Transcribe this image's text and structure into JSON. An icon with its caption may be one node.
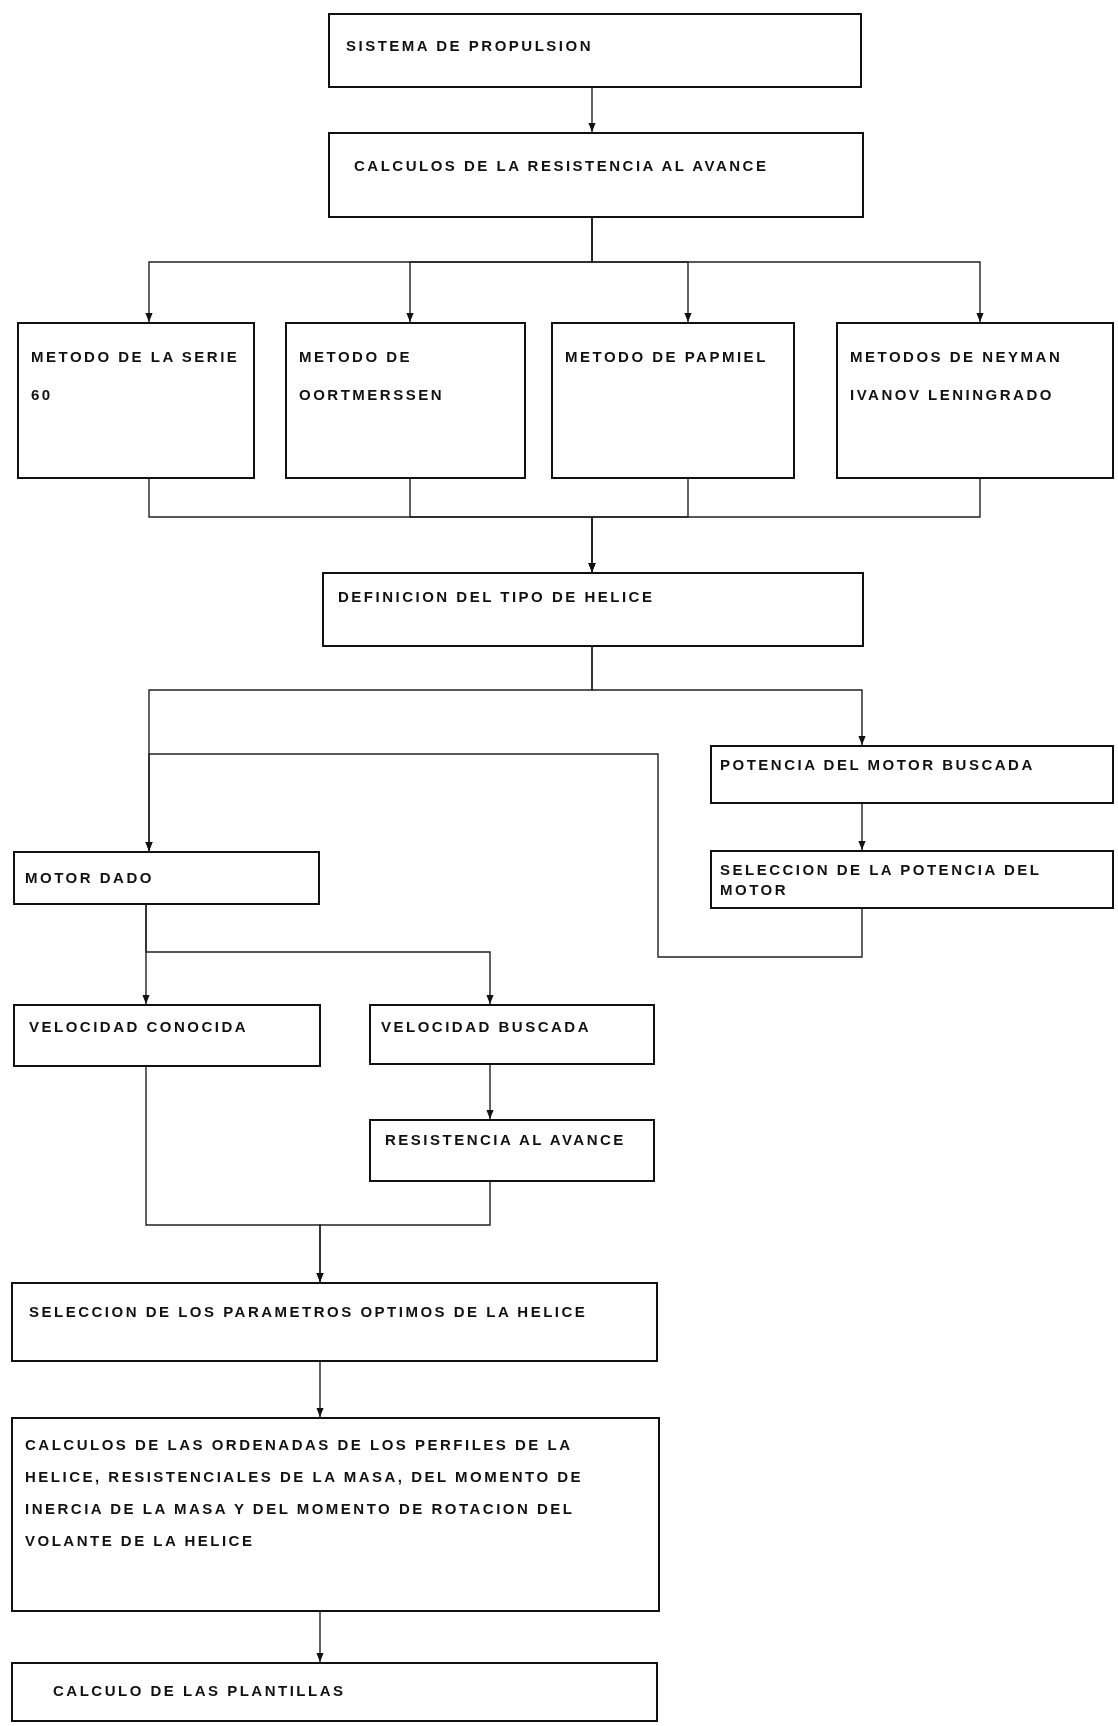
{
  "diagram": {
    "nodes": [
      {
        "text": [
          "SISTEMA DE PROPULSION"
        ]
      },
      {
        "text": [
          "CALCULOS DE LA RESISTENCIA AL AVANCE"
        ]
      },
      {
        "text": [
          "METODO DE LA SERIE 60"
        ]
      },
      {
        "text": [
          "METODO DE OORTMERSSEN"
        ]
      },
      {
        "text": [
          "METODO DE PAPMIEL"
        ]
      },
      {
        "text": [
          "METODOS DE NEYMAN IVANOV LENINGRADO"
        ]
      },
      {
        "text": [
          "DEFINICION DEL TIPO DE HELICE"
        ]
      },
      {
        "text": [
          "POTENCIA DEL MOTOR BUSCADA"
        ]
      },
      {
        "text": [
          "SELECCION DE LA POTENCIA DEL MOTOR"
        ]
      },
      {
        "text": [
          "MOTOR DADO"
        ]
      },
      {
        "text": [
          "VELOCIDAD CONOCIDA"
        ]
      },
      {
        "text": [
          "VELOCIDAD BUSCADA"
        ]
      },
      {
        "text": [
          "RESISTENCIA AL AVANCE"
        ]
      },
      {
        "text": [
          "SELECCION DE LOS PARAMETROS OPTIMOS DE LA HELICE"
        ]
      },
      {
        "text": [
          "CALCULOS DE LAS ORDENADAS DE LOS PERFILES DE LA HELICE, RESISTENCIALES DE LA MASA, DEL MOMENTO DE INERCIA DE LA MASA Y DEL MOMENTO DE ROTACION DEL VOLANTE DE LA HELICE"
        ]
      },
      {
        "text": [
          "CALCULO DE LAS PLANTILLAS"
        ]
      }
    ],
    "edges": [
      {
        "from": 0,
        "to": 1,
        "arrow": "to"
      },
      {
        "from": 1,
        "to": 2,
        "arrow": "to"
      },
      {
        "from": 1,
        "to": 3,
        "arrow": "to"
      },
      {
        "from": 1,
        "to": 4,
        "arrow": "to"
      },
      {
        "from": 1,
        "to": 5,
        "arrow": "to"
      },
      {
        "from": 2,
        "to": 6,
        "arrow": "to"
      },
      {
        "from": 3,
        "to": 6,
        "arrow": "to"
      },
      {
        "from": 4,
        "to": 6,
        "arrow": "to"
      },
      {
        "from": 5,
        "to": 6,
        "arrow": "to"
      },
      {
        "from": 6,
        "to": 9,
        "arrow": "to"
      },
      {
        "from": 6,
        "to": 7,
        "arrow": "to"
      },
      {
        "from": 7,
        "to": 8,
        "arrow": "to"
      },
      {
        "from": 8,
        "to": 9,
        "arrow": "to"
      },
      {
        "from": 9,
        "to": 10,
        "arrow": "to"
      },
      {
        "from": 9,
        "to": 11,
        "arrow": "to"
      },
      {
        "from": 11,
        "to": 12,
        "arrow": "to"
      },
      {
        "from": 10,
        "to": 13,
        "arrow": "to"
      },
      {
        "from": 12,
        "to": 13,
        "arrow": "to"
      },
      {
        "from": 13,
        "to": 14,
        "arrow": "to"
      },
      {
        "from": 14,
        "to": 15,
        "arrow": "to"
      }
    ]
  }
}
